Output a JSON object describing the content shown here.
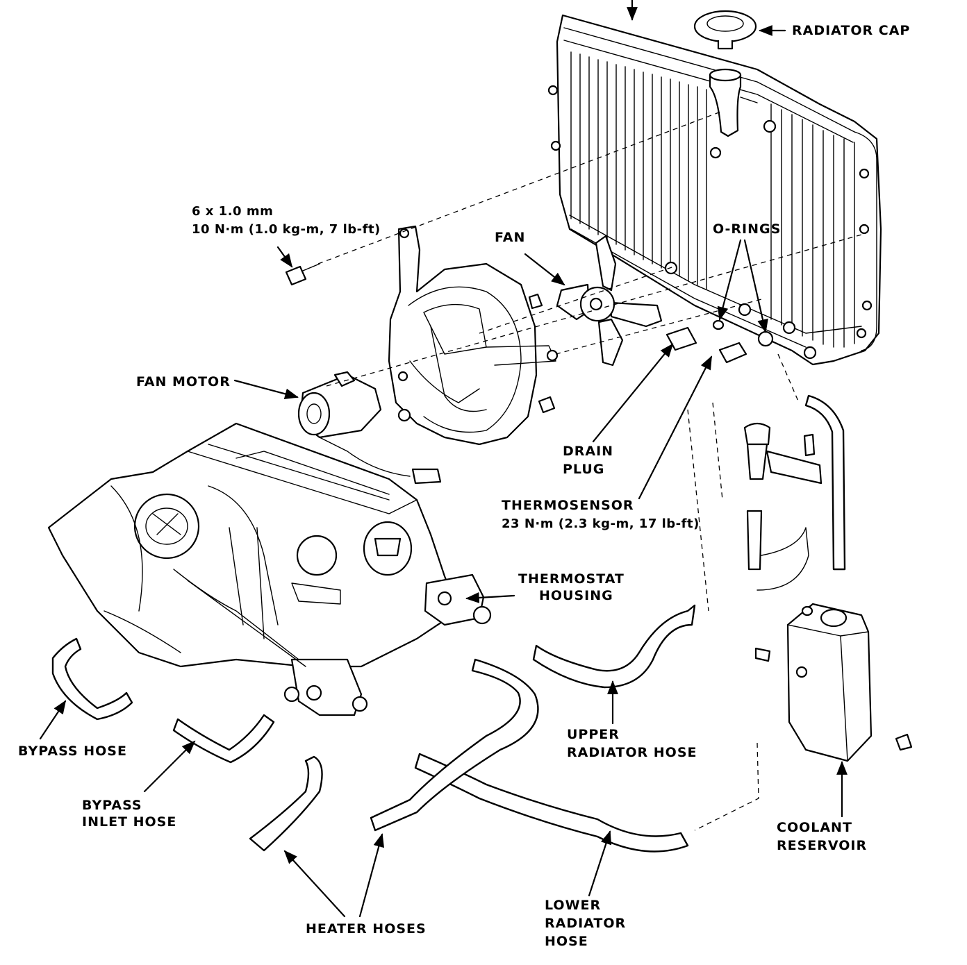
{
  "labels": {
    "radiator_cap": "RADIATOR CAP",
    "bolt_spec_1": "6 x 1.0 mm",
    "bolt_spec_2": "10 N·m (1.0 kg-m, 7 lb-ft)",
    "fan": "FAN",
    "o_rings": "O-RINGS",
    "fan_motor": "FAN MOTOR",
    "drain_plug_1": "DRAIN",
    "drain_plug_2": "PLUG",
    "thermosensor_1": "THERMOSENSOR",
    "thermosensor_2": "23 N·m (2.3 kg-m, 17 lb-ft)",
    "thermostat_1": "THERMOSTAT",
    "thermostat_2": "HOUSING",
    "upper_hose_1": "UPPER",
    "upper_hose_2": "RADIATOR HOSE",
    "bypass_hose": "BYPASS HOSE",
    "bypass_inlet_1": "BYPASS",
    "bypass_inlet_2": "INLET HOSE",
    "coolant_res_1": "COOLANT",
    "coolant_res_2": "RESERVOIR",
    "heater_hoses": "HEATER HOSES",
    "lower_hose_1": "LOWER",
    "lower_hose_2": "RADIATOR",
    "lower_hose_3": "HOSE"
  }
}
